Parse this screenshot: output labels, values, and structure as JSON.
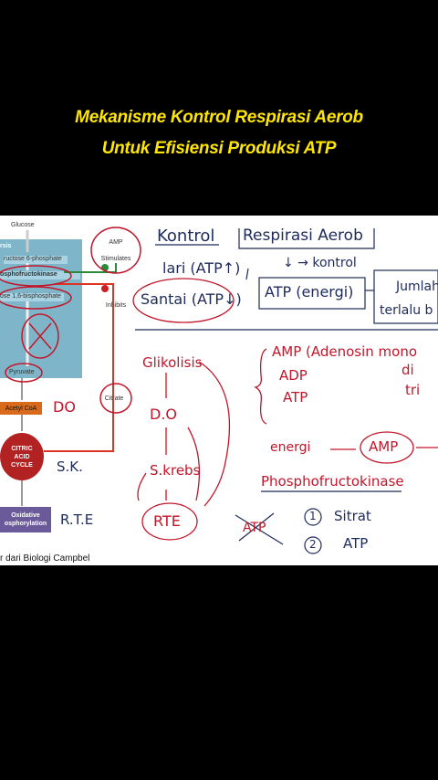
{
  "header": {
    "title_line1": "Mekanisme Kontrol Respirasi Aerob",
    "title_line2": "Untuk Efisiensi Produksi ATP"
  },
  "figure": {
    "glucose": "Glucose",
    "glycolysis_tag": "rsis",
    "f6p": "ructose 6-phosphate",
    "pfk": "osphofructokinase",
    "f16bp": "ose 1,6-bisphosphate",
    "pyruvate": "Pyruvate",
    "acetyl_coa": "Acetyl CoA",
    "citric_acid": "CITRIC\nACID\nCYCLE",
    "oxphos": "Oxidative\nosphorylation",
    "amp": "AMP",
    "stimulates": "Stimulates",
    "inhibits": "Inhibits",
    "citrate": "Citrate",
    "plus": "+",
    "minus": "−",
    "caption": "r dari Biologi Campbel"
  },
  "notes": {
    "kontrol": "Kontrol",
    "respirasi": "Respirasi Aerob",
    "lari": "lari (ATP↑)",
    "kontrol_arrow": "↓ → kontrol",
    "atp_energi": "ATP (energi)",
    "santai": "Santai (ATP↓)",
    "jumlah": "Jumlah",
    "terlalu": "terlalu b",
    "do": "DO",
    "sk": "S.K.",
    "rte": "R.T.E",
    "glikolisis": "Glikolisis",
    "do2": "D.O",
    "skrebs": "S.krebs",
    "rte2": "RTE",
    "amp_line": "AMP (Adenosin mono",
    "adp": "ADP",
    "atp": "ATP",
    "di": "di",
    "tri": "tri",
    "energi": "energi",
    "amp2": "AMP",
    "phospho": "Phosphofructokinase",
    "atp_crossed": "ATP",
    "one": "1",
    "sitrat": "Sitrat",
    "two": "2",
    "atp3": "ATP"
  },
  "colors": {
    "headline": "#ffe600",
    "ink": "#1e2a5a",
    "red_ink": "#c2162a",
    "panel": "#7fb5c9"
  }
}
